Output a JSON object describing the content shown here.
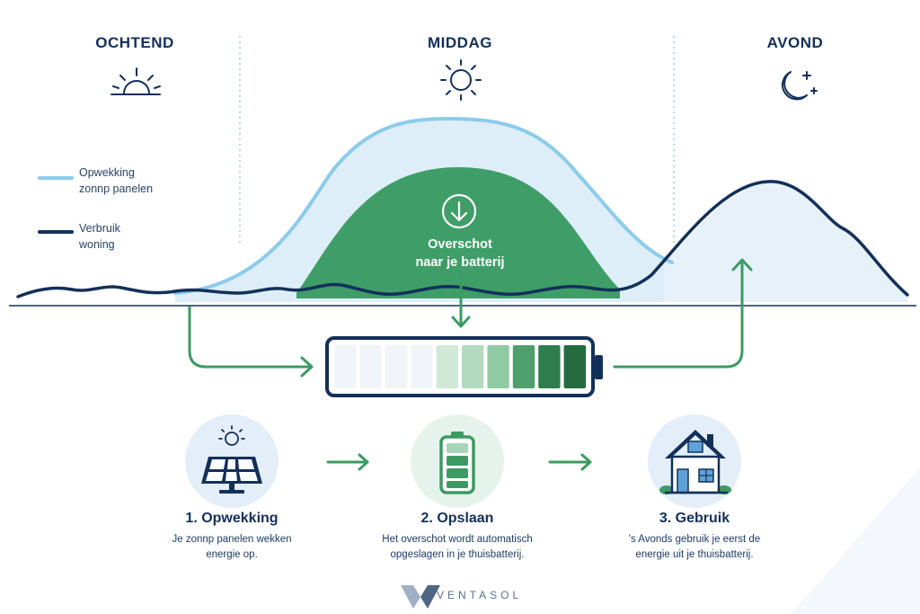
{
  "phases": {
    "morning": "OCHTEND",
    "midday": "MIDDAG",
    "evening": "AVOND"
  },
  "legend": {
    "generation_line1": "Opwekking",
    "generation_line2": "zonnp panelen",
    "consumption_line1": "Verbruik",
    "consumption_line2": "woning"
  },
  "surplus": {
    "line1": "Overschot",
    "line2": "naar je batterij"
  },
  "battery": {
    "segments": 10,
    "filled_segments": 6
  },
  "steps": [
    {
      "title": "1. Opwekking",
      "desc": "Je zonnp panelen wekken energie op.",
      "icon": "solar-panel-icon"
    },
    {
      "title": "2. Opslaan",
      "desc": "Het overschot wordt automatisch opgeslagen in je thuisbatterij.",
      "icon": "battery-icon"
    },
    {
      "title": "3. Gebruik",
      "desc": "'s Avonds gebruik je eerst de energie uit je thuisbatterij.",
      "icon": "house-icon"
    }
  ],
  "brand": "VENTASOL",
  "colors": {
    "navy": "#13305a",
    "solar_line": "#8ccbea",
    "solar_fill": "#deeef8",
    "surplus_green": "#3f9e68",
    "arrow_green": "#3d9a62"
  }
}
